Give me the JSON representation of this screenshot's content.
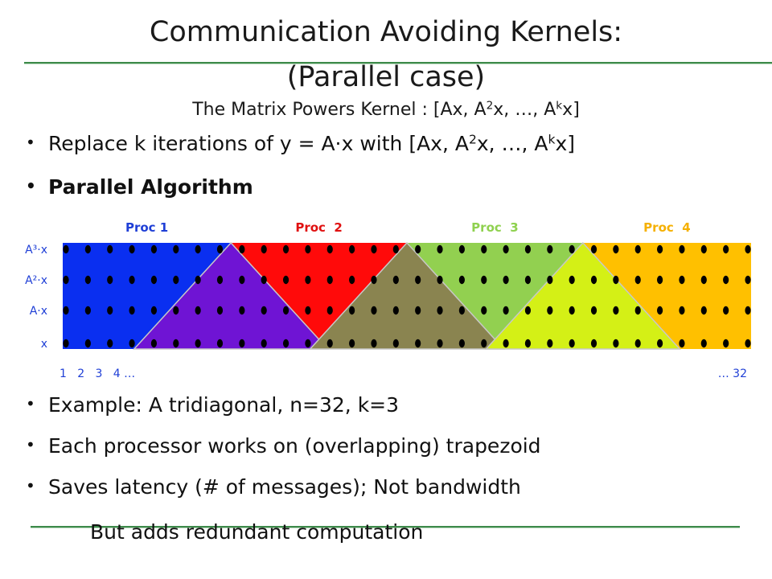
{
  "title": {
    "line1": "Communication Avoiding Kernels:",
    "line2": "(Parallel case)",
    "subtitle_main": "The Matrix Powers Kernel : [Ax, A",
    "subtitle_sup1": "2",
    "subtitle_mid": "x, …, A",
    "subtitle_sup2": "k",
    "subtitle_end": "x]"
  },
  "bullets": {
    "b1_pre": "Replace k iterations of y = A",
    "b1_dot": "⋅",
    "b1_post": "x with [Ax, A",
    "b1_sup1": "2",
    "b1_mid": "x, …, A",
    "b1_sup2": "k",
    "b1_end": "x]",
    "b2": "Parallel Algorithm",
    "b3": "Example: A tridiagonal, n=32, k=3",
    "b4": "Each processor works on (overlapping) trapezoid",
    "b5": "Saves latency (# of messages); Not bandwidth",
    "b6": "But adds redundant computation",
    "marker": "•"
  },
  "diagram": {
    "procs": [
      {
        "label": "Proc 1",
        "color": "#0a2ff0",
        "from": 1,
        "to": 8,
        "label_color": "#1f3fd6"
      },
      {
        "label": "Proc  2",
        "color": "#ff0a0a",
        "from": 9,
        "to": 16,
        "label_color": "#e01010"
      },
      {
        "label": "Proc  3",
        "color": "#92d050",
        "from": 17,
        "to": 24,
        "label_color": "#8fd14f"
      },
      {
        "label": "Proc  4",
        "color": "#ffc000",
        "from": 25,
        "to": 32,
        "label_color": "#f5b000"
      }
    ],
    "overlap_colors": [
      "#6f14d4",
      "#8a8450",
      "#d4f016"
    ],
    "row_labels": [
      "A³·x",
      "A²·x",
      "A·x",
      "x"
    ],
    "row_label_color": "#1f3fd6",
    "n": 32,
    "k": 3,
    "axis_left": "1   2   3   4 …",
    "axis_right": "… 32",
    "axis_color": "#1f3fd6",
    "dot_color": "#000000"
  }
}
